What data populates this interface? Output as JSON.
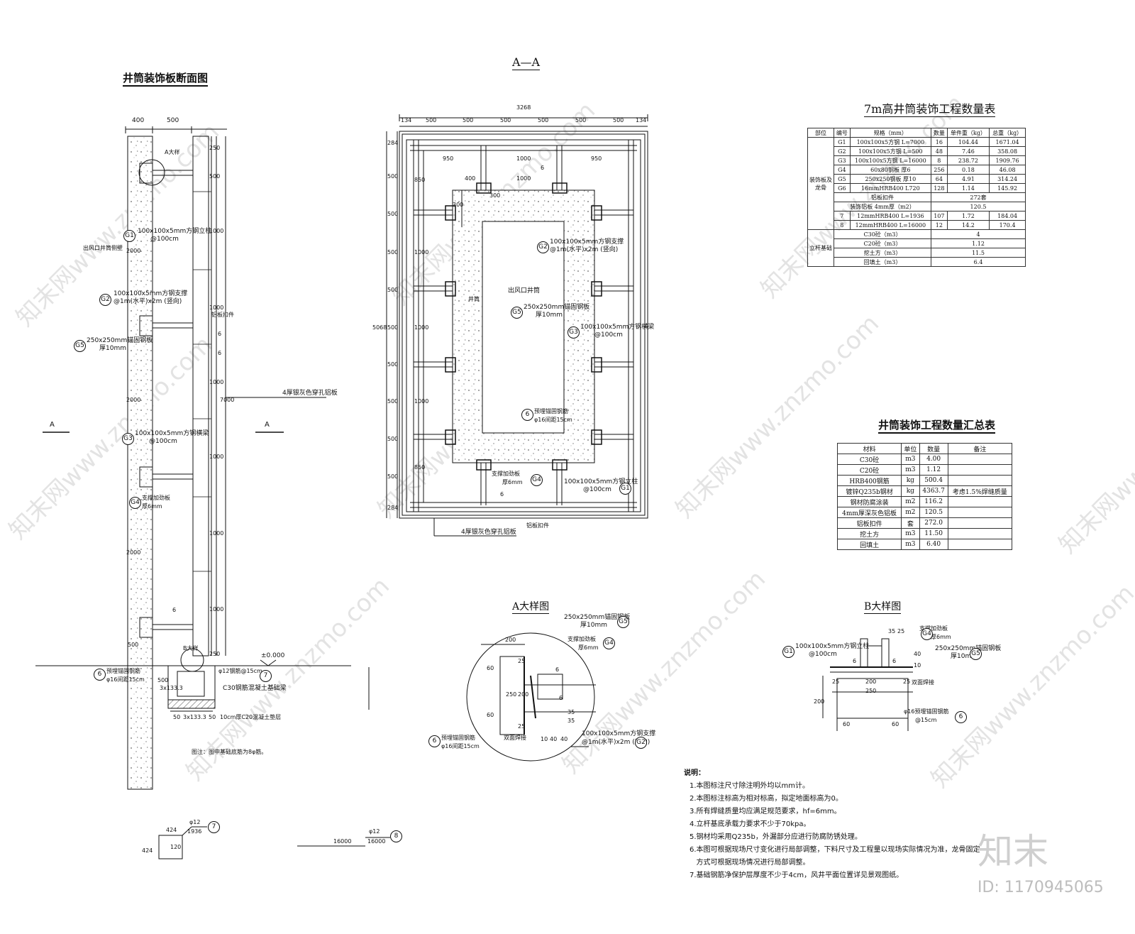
{
  "watermark": {
    "text": "知末网www.znzmo.com",
    "brand": "知末",
    "id": "ID: 1170945065"
  },
  "section": {
    "title": "井筒装饰板断面图",
    "dim_top": [
      "400",
      "500"
    ],
    "dim_right": [
      "250",
      "500",
      "1000",
      "1000",
      "1000",
      "1000",
      "1000",
      "1000",
      "250"
    ],
    "dim_total": "7000",
    "dim_left": [
      "2000",
      "2000",
      "2000",
      "500"
    ],
    "cut_a": "A",
    "wall_label": "出风口井筒侧壁",
    "detail_a": "A大样",
    "detail_b": "B大样",
    "g1_label": "100x100x5mm方钢立柱",
    "g1_sub": "@100cm",
    "g2_label": "100x100x5mm方钢支撑",
    "g2_sub": "@1m(水平)x2m (竖向)",
    "g5_label": "250x250mm锚固钢板",
    "g5_sub": "厚10mm",
    "g3_label": "100x100x5mm方钢横梁",
    "g3_sub": "@100cm",
    "g4_label": "支撑加劲板",
    "g4_sub": "厚6mm",
    "clip": "铝板扣件",
    "panel": "4厚银灰色穿孔铝板",
    "weld": "6",
    "elev": "±0.000",
    "b6_label": "预埋锚固钢筋",
    "b6_sub": "φ16间距15cm",
    "b7_label": "φ12钢筋@15cm",
    "c30": "C30钢筋混凝土基础梁",
    "c20": "10cm厚C20混凝土垫层",
    "found_dims": [
      "500",
      "3x133.3",
      "50",
      "3x133.3",
      "50"
    ],
    "note": "图注：图中基础底筋为8φ筋。",
    "g1": "G1",
    "g2": "G2",
    "g3": "G3",
    "g4": "G4",
    "g5": "G5",
    "n6": "6",
    "n7": "7",
    "n8": "8"
  },
  "plan": {
    "title": "A—A",
    "dim_total": "3268",
    "dim_top": [
      "134",
      "500",
      "500",
      "500",
      "500",
      "500",
      "500",
      "134"
    ],
    "dim_inner": [
      "950",
      "1000",
      "950"
    ],
    "dim_inner2": [
      "400",
      "1000"
    ],
    "dim_left_total": "5068",
    "dim_left": [
      "284",
      "500",
      "500",
      "500",
      "500",
      "500",
      "500",
      "500",
      "500",
      "500",
      "284"
    ],
    "dim_left2": [
      "850",
      "1000",
      "1000",
      "1000",
      "850"
    ],
    "dim_left3": [
      "300",
      "300"
    ],
    "center": "出风口井筒",
    "well": "井筒",
    "g2_label": "100x100x5mm方钢支撑",
    "g2_sub": "@1m(水平)x2m (竖向)",
    "g5_label": "250x250mm锚固钢板",
    "g5_sub": "厚10mm",
    "g3_label": "100x100x5mm方钢横梁",
    "g3_sub": "@100cm",
    "b6_label": "预埋锚固钢筋",
    "b6_sub": "φ16间距15cm",
    "g4_label": "支撑加劲板",
    "g4_sub": "厚6mm",
    "g1_label": "100x100x5mm方钢立柱",
    "g1_sub": "@100cm",
    "clip": "铝板扣件",
    "panel": "4厚银灰色穿孔铝板",
    "weld": "6"
  },
  "detail_a": {
    "title": "A大样图",
    "g5_label": "250x250mm锚固钢板",
    "g5_sub": "厚10mm",
    "g4_label": "支撑加劲板",
    "g4_sub": "厚6mm",
    "dims": [
      "200",
      "60",
      "250",
      "200",
      "60",
      "25",
      "25",
      "35",
      "35"
    ],
    "bot_dims": [
      "10",
      "40",
      "40"
    ],
    "b6_label": "预埋锚固钢筋",
    "b6_sub": "φ16间距15cm",
    "weld2": "双面焊接",
    "g2_label": "100x100x5mm方钢支撑",
    "g2_sub": "@1m(水平)x2m (竖向)",
    "weld": "6"
  },
  "detail_b": {
    "title": "B大样图",
    "g1_label": "100x100x5mm方钢立柱",
    "g1_sub": "@100cm",
    "g4_label": "支撑加劲板",
    "g4_sub": "厚6mm",
    "g5_label": "250x250mm锚固钢板",
    "g5_sub": "厚10mm",
    "dims_top": [
      "35",
      "25"
    ],
    "dims": [
      "25",
      "200",
      "25",
      "250",
      "200",
      "60",
      "60"
    ],
    "side": [
      "40",
      "10"
    ],
    "weld2": "双面焊接",
    "b6_label": "φ16预埋锚固钢筋",
    "b6_sub": "@15cm",
    "weld": "6"
  },
  "rebar": {
    "r7_top": "φ12",
    "r7_bot": "1936",
    "r7_side": "424",
    "r7_inner": "120",
    "r8_top": "φ12",
    "r8_bot": "16000",
    "r8_len": "16000"
  },
  "table1": {
    "title": "7m高井筒装饰工程数量表",
    "headers": [
      "部位",
      "编号",
      "规格（mm）",
      "数量",
      "单件重（kg）",
      "总重（kg）"
    ],
    "group1": "装饰板及龙骨",
    "group2": "立杆基础",
    "rows": [
      [
        "G1",
        "100x100x5方钢 L=7000",
        "16",
        "104.44",
        "1671.04"
      ],
      [
        "G2",
        "100x100x5方钢 L=500",
        "48",
        "7.46",
        "358.08"
      ],
      [
        "G3",
        "100x100x5方钢 L=16000",
        "8",
        "238.72",
        "1909.76"
      ],
      [
        "G4",
        "60x80钢板  厚6",
        "256",
        "0.18",
        "46.08"
      ],
      [
        "G5",
        "250x250钢板 厚10",
        "64",
        "4.91",
        "314.24"
      ],
      [
        "G6",
        "16mmHRB400 L720",
        "128",
        "1.14",
        "145.92"
      ]
    ],
    "merged1": [
      [
        "铝板扣件",
        "272套"
      ],
      [
        "装饰铝板 4mm厚（m2）",
        "120.5"
      ]
    ],
    "rows2": [
      [
        "7",
        "12mmHRB400 L=1936",
        "107",
        "1.72",
        "184.04"
      ],
      [
        "8",
        "12mmHRB400 L=16000",
        "12",
        "14.2",
        "170.4"
      ]
    ],
    "merged2": [
      [
        "C30砼（m3）",
        "4"
      ],
      [
        "C20砼（m3）",
        "1.12"
      ],
      [
        "挖土方（m3）",
        "11.5"
      ],
      [
        "回填土（m3）",
        "6.4"
      ]
    ]
  },
  "table2": {
    "title": "井筒装饰工程数量汇总表",
    "headers": [
      "材料",
      "单位",
      "数量",
      "备注"
    ],
    "rows": [
      [
        "C30砼",
        "m3",
        "4.00",
        ""
      ],
      [
        "C20砼",
        "m3",
        "1.12",
        ""
      ],
      [
        "HRB400钢筋",
        "kg",
        "500.4",
        ""
      ],
      [
        "镀锌Q235b钢材",
        "kg",
        "4363.7",
        "考虑1.5%焊缝质量"
      ],
      [
        "钢材防腐涂装",
        "m2",
        "116.2",
        ""
      ],
      [
        "4mm厚深灰色铝板",
        "m2",
        "120.5",
        ""
      ],
      [
        "铝板扣件",
        "套",
        "272.0",
        ""
      ],
      [
        "挖土方",
        "m3",
        "11.50",
        ""
      ],
      [
        "回填土",
        "m3",
        "6.40",
        ""
      ]
    ]
  },
  "notes": {
    "title": "说明：",
    "items": [
      "1.本图标注尺寸除注明外均以mm计。",
      "2.本图标注标高为相对标高，拟定地面标高为0。",
      "3.所有焊缝质量均应满足规范要求，hf=6mm。",
      "4.立杆基底承载力要求不少于70kpa。",
      "5.钢材均采用Q235b，外漏部分应进行防腐防锈处理。",
      "6.本图可根据现场尺寸变化进行局部调整，下料尺寸及工程量以现场实际情况为准，龙骨固定",
      "   方式可根据现场情况进行局部调整。",
      "7.基础钢筋净保护层厚度不少于4cm，风井平面位置详见景观图纸。"
    ]
  }
}
